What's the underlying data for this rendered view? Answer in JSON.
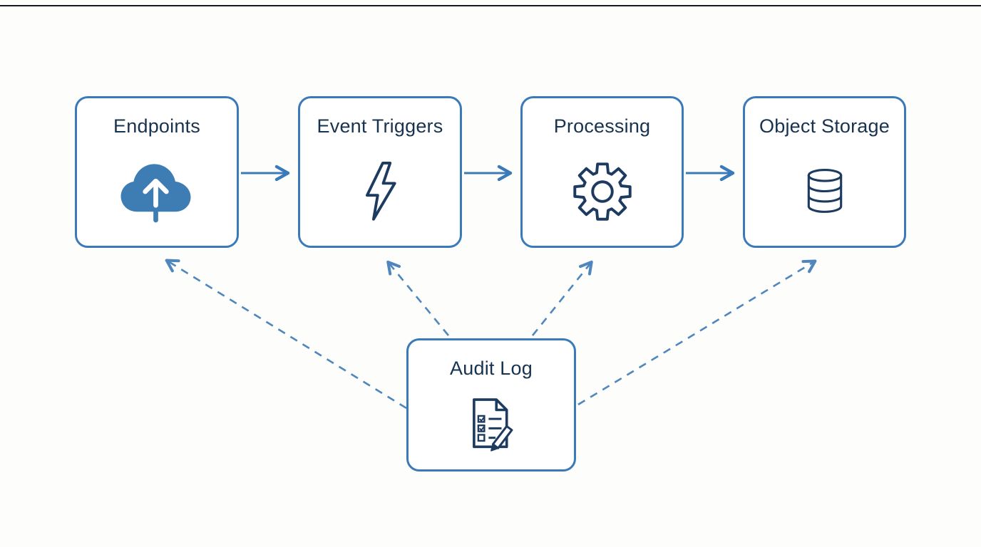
{
  "diagram": {
    "title": "",
    "background_color": "#fdfdfc",
    "accent_color": "#3a7ab8",
    "dashed_edge_color": "#4f86bd",
    "text_color": "#17334f",
    "icon_color": "#1d3a5f",
    "cloud_fill_color": "#3e7db4",
    "nodes": [
      {
        "id": "endpoints",
        "label": "Endpoints",
        "icon": "cloud-upload-icon"
      },
      {
        "id": "event-triggers",
        "label": "Event Triggers",
        "icon": "lightning-bolt-icon"
      },
      {
        "id": "processing",
        "label": "Processing",
        "icon": "gear-icon"
      },
      {
        "id": "object-storage",
        "label": "Object Storage",
        "icon": "database-icon"
      },
      {
        "id": "audit-log",
        "label": "Audit Log",
        "icon": "checklist-pencil-icon"
      }
    ],
    "edges": [
      {
        "from": "endpoints",
        "to": "event-triggers",
        "style": "solid"
      },
      {
        "from": "event-triggers",
        "to": "processing",
        "style": "solid"
      },
      {
        "from": "processing",
        "to": "object-storage",
        "style": "solid"
      },
      {
        "from": "audit-log",
        "to": "endpoints",
        "style": "dashed"
      },
      {
        "from": "audit-log",
        "to": "event-triggers",
        "style": "dashed"
      },
      {
        "from": "audit-log",
        "to": "processing",
        "style": "dashed"
      },
      {
        "from": "audit-log",
        "to": "object-storage",
        "style": "dashed"
      }
    ]
  }
}
